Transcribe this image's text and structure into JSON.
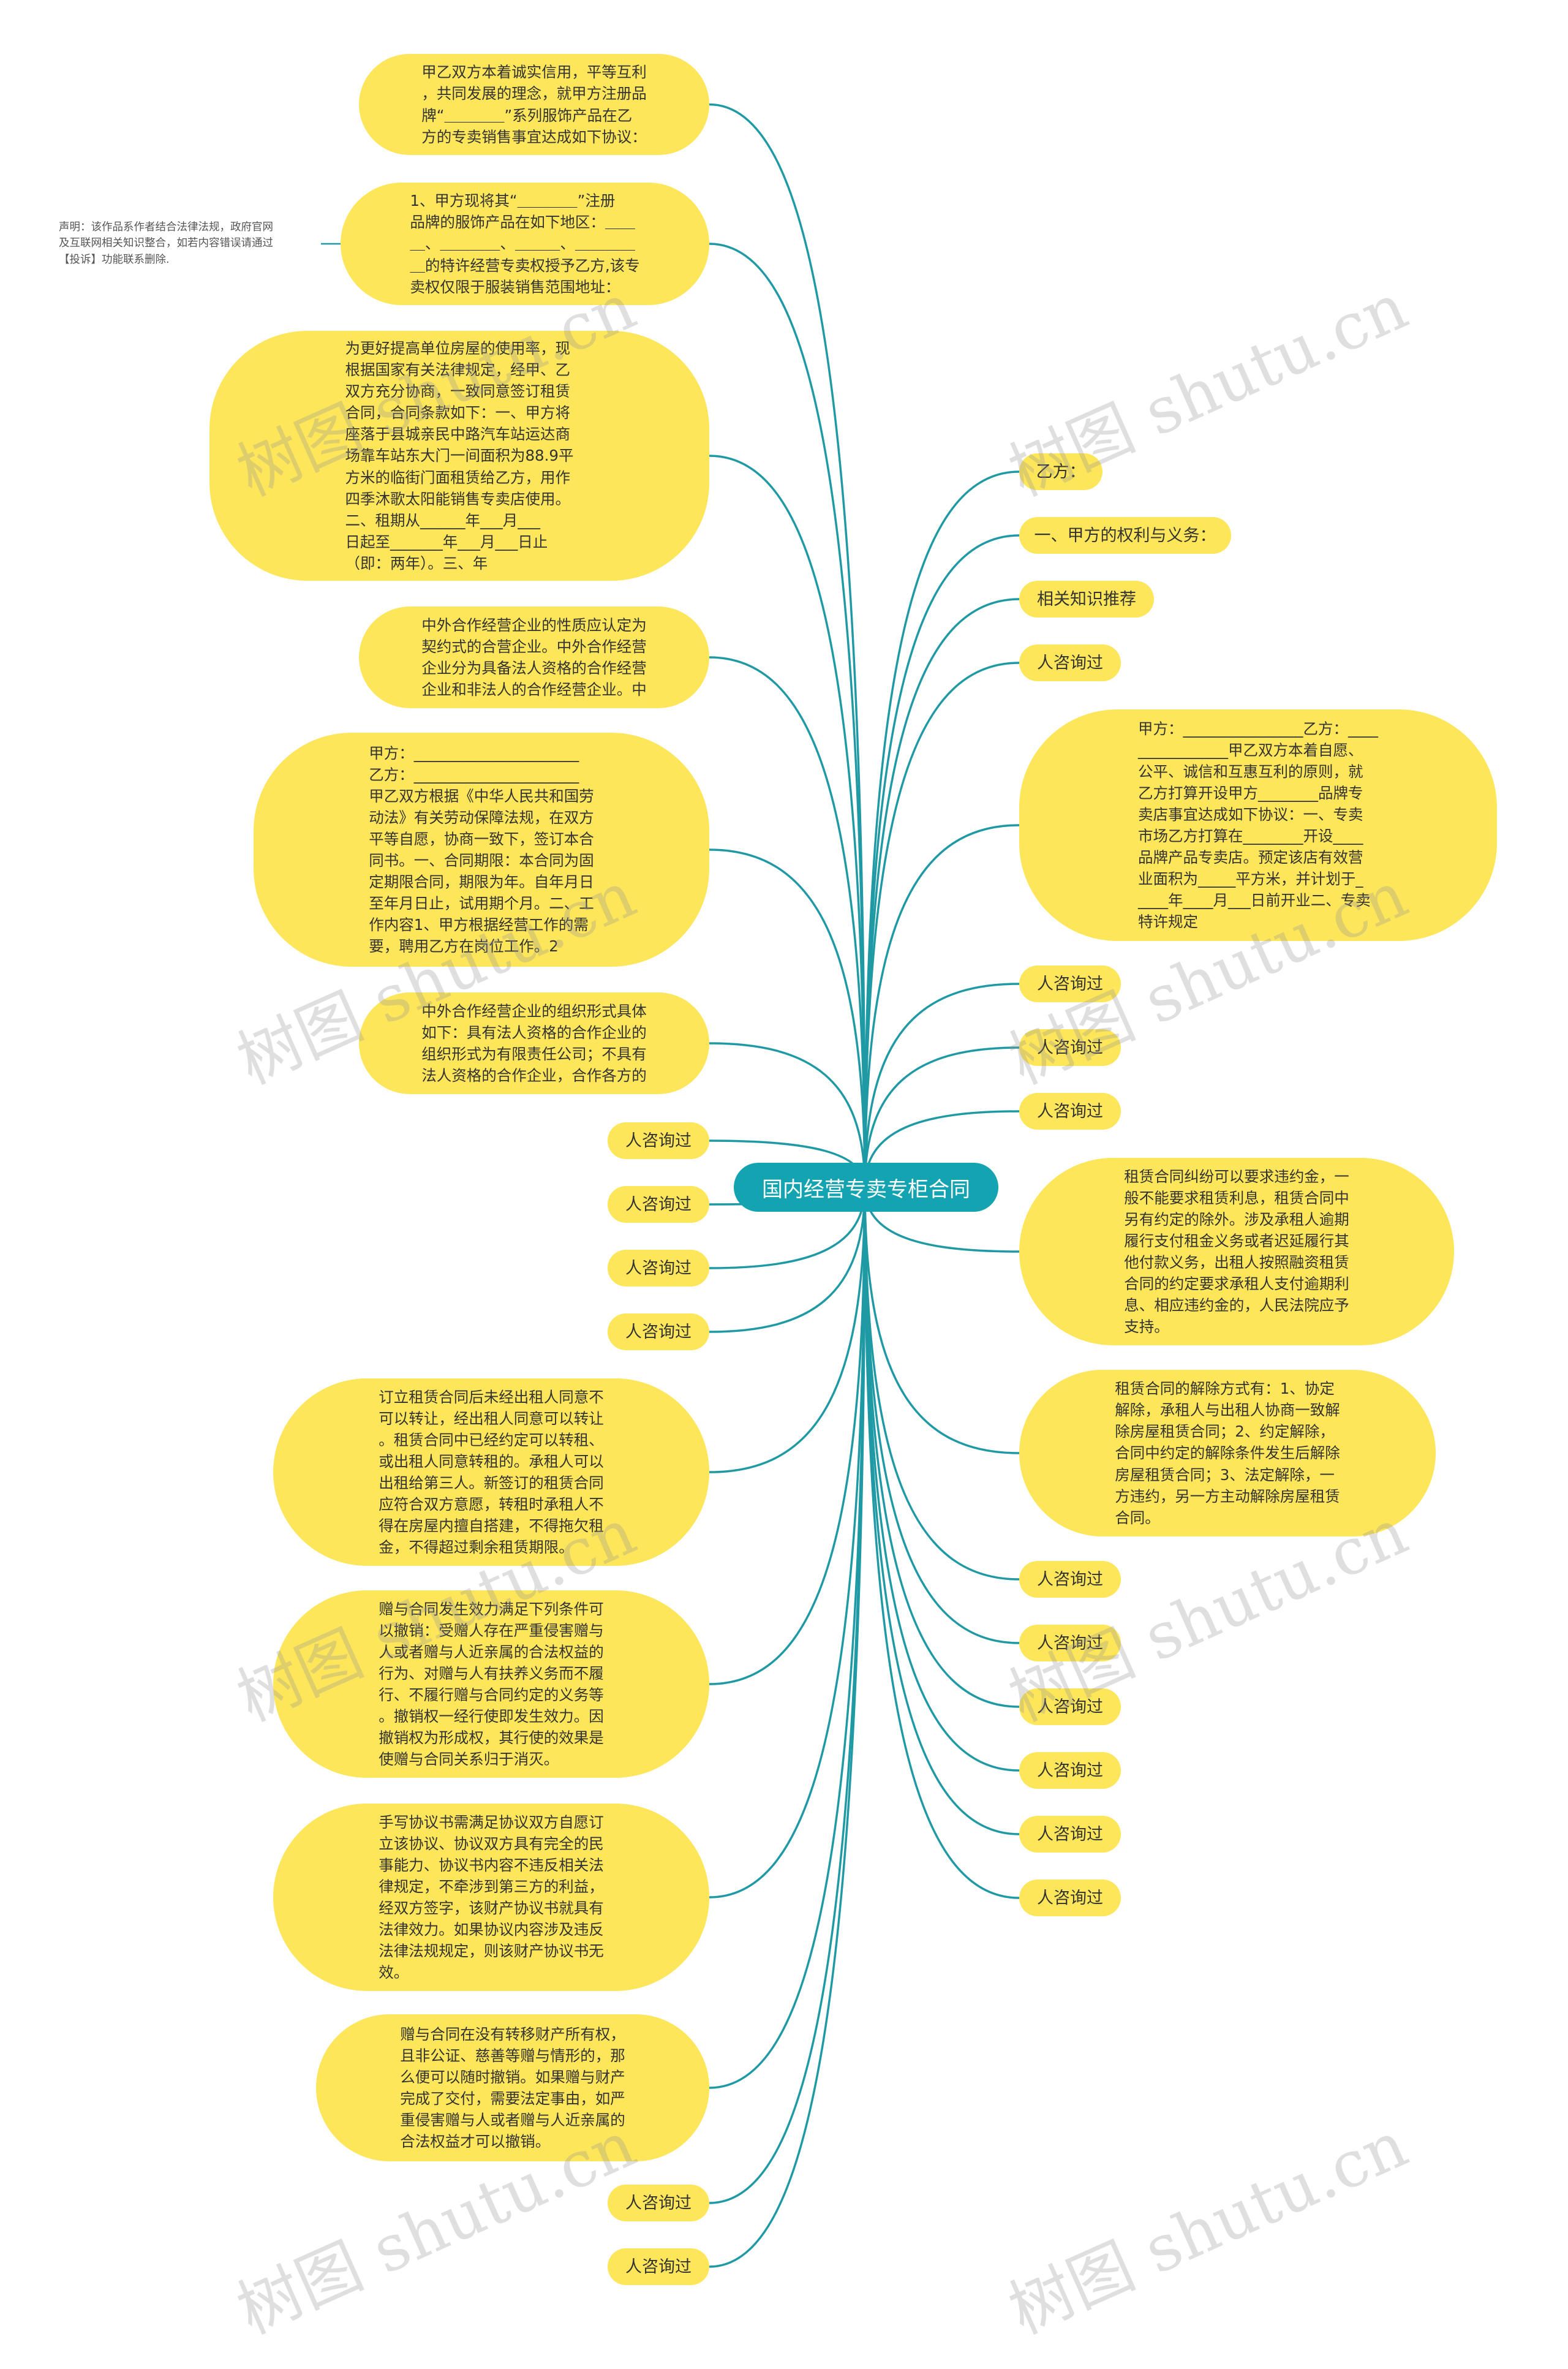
{
  "colors": {
    "node": "#fde65a",
    "root": "#14a3b0",
    "link": "#1f9aa5",
    "text": "#333333"
  },
  "root": {
    "label": "国内经营专卖专柜合同"
  },
  "note": "声明：该作品系作者结合法律法规，政府官网\n及互联网相关知识整合，如若内容错误请通过\n【投诉】功能联系删除.",
  "watermark": "树图 shutu.cn",
  "left_nodes": [
    {
      "text": "甲乙双方本着诚实信用，平等互利\n，共同发展的理念，就甲方注册品\n牌“＿＿＿＿”系列服饰产品在乙\n方的专卖销售事宜达成如下协议："
    },
    {
      "text": "1、甲方现将其“＿＿＿＿”注册\n品牌的服饰产品在如下地区：＿＿\n＿、＿＿＿＿、＿＿＿、＿＿＿＿\n＿的特许经营专卖权授予乙方,该专\n卖权仅限于服装销售范围地址："
    },
    {
      "text": "为更好提高单位房屋的使用率，现\n根据国家有关法律规定，经甲、乙\n双方充分协商，一致同意签订租赁\n合同，合同条款如下：一、甲方将\n座落于县城亲民中路汽车站运达商\n场靠车站东大门一间面积为88.9平\n方米的临街门面租赁给乙方，用作\n四季沐歌太阳能销售专卖店使用。\n二、租期从______年___月___\n日起至_______年___月___日止\n（即：两年）。三、年"
    },
    {
      "text": "中外合作经营企业的性质应认定为\n契约式的合营企业。中外合作经营\n企业分为具备法人资格的合作经营\n企业和非法人的合作经营企业。中"
    },
    {
      "text": "甲方：______________________\n乙方：______________________\n甲乙双方根据《中华人民共和国劳\n动法》有关劳动保障法规，在双方\n平等自愿，协商一致下，签订本合\n同书。一、合同期限：本合同为固\n定期限合同，期限为年。自年月日\n至年月日止，试用期个月。二、工\n作内容1、甲方根据经营工作的需\n要，聘用乙方在岗位工作。2"
    },
    {
      "text": "中外合作经营企业的组织形式具体\n如下：具有法人资格的合作企业的\n组织形式为有限责任公司；不具有\n法人资格的合作企业，合作各方的"
    },
    {
      "text": "人咨询过"
    },
    {
      "text": "人咨询过"
    },
    {
      "text": "人咨询过"
    },
    {
      "text": "人咨询过"
    },
    {
      "text": "订立租赁合同后未经出租人同意不\n可以转让，经出租人同意可以转让\n。租赁合同中已经约定可以转租、\n或出租人同意转租的。承租人可以\n出租给第三人。新签订的租赁合同\n应符合双方意愿，转租时承租人不\n得在房屋内擅自搭建，不得拖欠租\n金，不得超过剩余租赁期限。"
    },
    {
      "text": "赠与合同发生效力满足下列条件可\n以撤销：受赠人存在严重侵害赠与\n人或者赠与人近亲属的合法权益的\n行为、对赠与人有扶养义务而不履\n行、不履行赠与合同约定的义务等\n。撤销权一经行使即发生效力。因\n撤销权为形成权，其行使的效果是\n使赠与合同关系归于消灭。"
    },
    {
      "text": "手写协议书需满足协议双方自愿订\n立该协议、协议双方具有完全的民\n事能力、协议书内容不违反相关法\n律规定，不牵涉到第三方的利益，\n经双方签字，该财产协议书就具有\n法律效力。如果协议内容涉及违反\n法律法规规定，则该财产协议书无\n效。"
    },
    {
      "text": "赠与合同在没有转移财产所有权，\n且非公证、慈善等赠与情形的，那\n么便可以随时撤销。如果赠与财产\n完成了交付，需要法定事由，如严\n重侵害赠与人或者赠与人近亲属的\n合法权益才可以撤销。"
    },
    {
      "text": "人咨询过"
    },
    {
      "text": "人咨询过"
    }
  ],
  "right_nodes": [
    {
      "text": "乙方："
    },
    {
      "text": "一、甲方的权利与义务："
    },
    {
      "text": "相关知识推荐"
    },
    {
      "text": "人咨询过"
    },
    {
      "text": "甲方：________________乙方：____\n____________甲乙双方本着自愿、\n公平、诚信和互惠互利的原则，就\n乙方打算开设甲方________品牌专\n卖店事宜达成如下协议：一、专卖\n市场乙方打算在________开设____\n品牌产品专卖店。预定该店有效营\n业面积为_____平方米，并计划于_\n____年____月___日前开业二、专卖\n特许规定"
    },
    {
      "text": "人咨询过"
    },
    {
      "text": "人咨询过"
    },
    {
      "text": "人咨询过"
    },
    {
      "text": "租赁合同纠纷可以要求违约金，一\n般不能要求租赁利息，租赁合同中\n另有约定的除外。涉及承租人逾期\n履行支付租金义务或者迟延履行其\n他付款义务，出租人按照融资租赁\n合同的约定要求承租人支付逾期利\n息、相应违约金的，人民法院应予\n支持。"
    },
    {
      "text": "租赁合同的解除方式有：1、协定\n解除，承租人与出租人协商一致解\n除房屋租赁合同；2、约定解除，\n合同中约定的解除条件发生后解除\n房屋租赁合同；3、法定解除，一\n方违约，另一方主动解除房屋租赁\n合同。"
    },
    {
      "text": "人咨询过"
    },
    {
      "text": "人咨询过"
    },
    {
      "text": "人咨询过"
    },
    {
      "text": "人咨询过"
    },
    {
      "text": "人咨询过"
    },
    {
      "text": "人咨询过"
    }
  ]
}
